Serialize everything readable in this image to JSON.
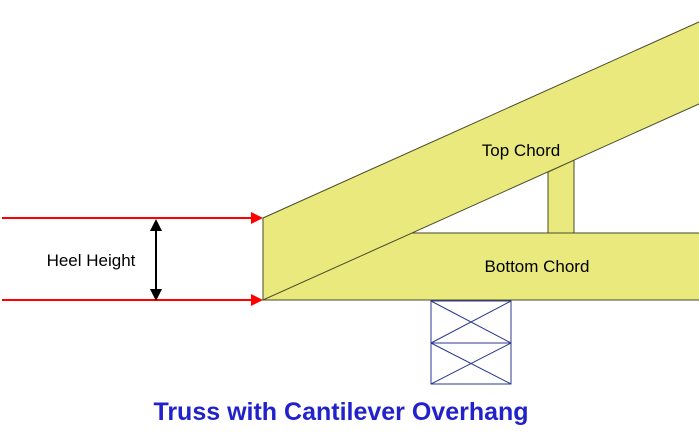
{
  "title": {
    "text": "Truss with Cantilever Overhang"
  },
  "labels": {
    "heel_height": "Heel Height",
    "top_chord": "Top Chord",
    "bottom_chord": "Bottom Chord"
  },
  "colors": {
    "chord_fill": "#e9e97d",
    "chord_stroke": "#4a4a2a",
    "arrow_red": "#ff0000",
    "dimension": "#000000",
    "wall": "#2b3990",
    "label_text": "#000000",
    "title_blue": "#2222cc"
  }
}
